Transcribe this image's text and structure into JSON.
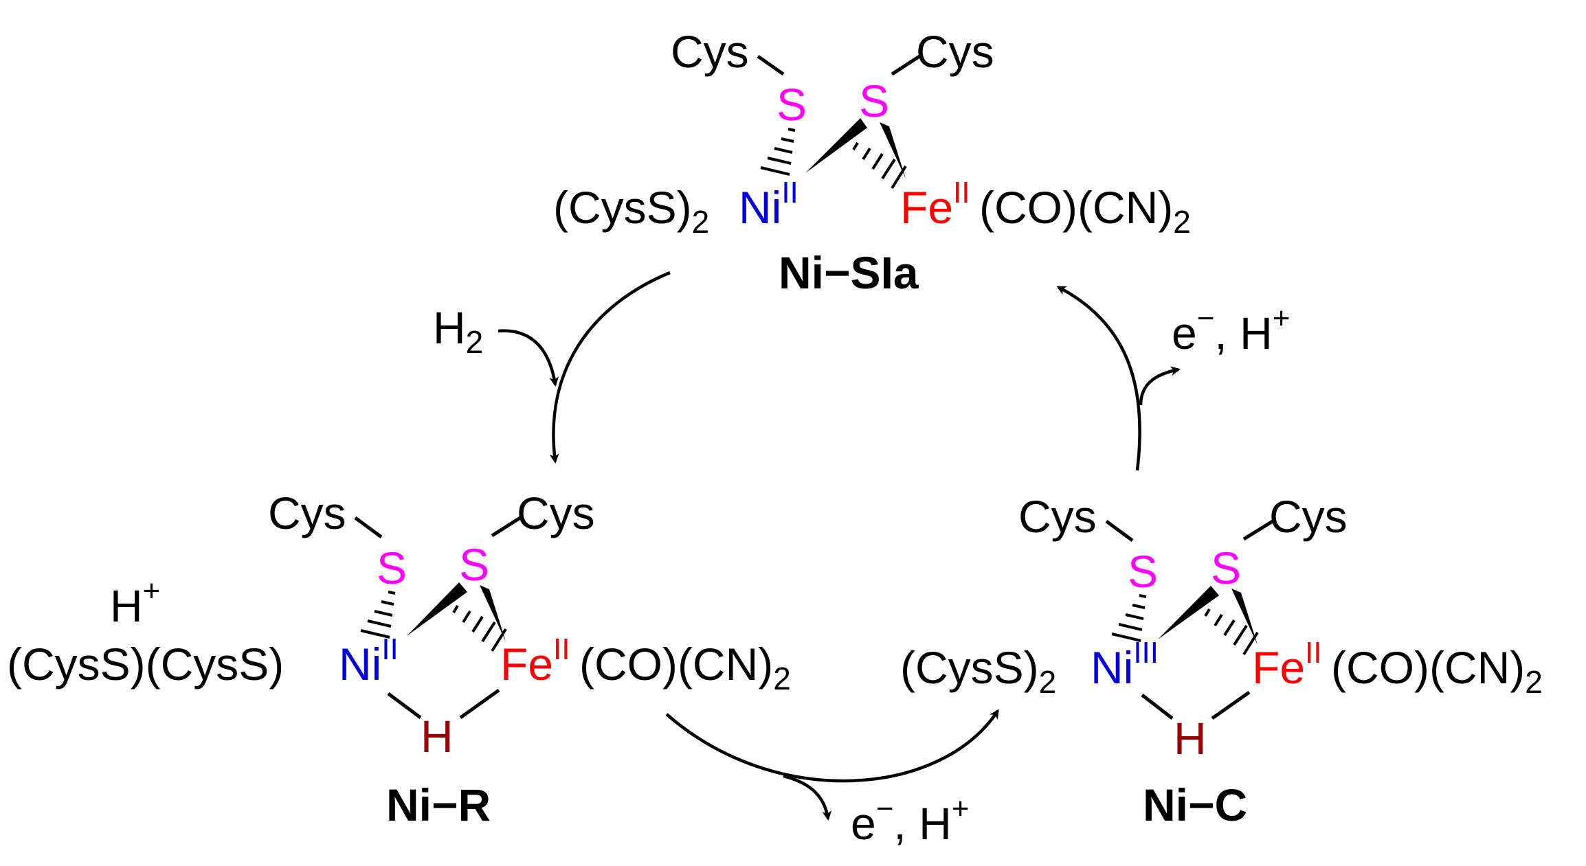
{
  "colors": {
    "sulfur": "#ff00ff",
    "nickel": "#0000dd",
    "iron": "#ff0000",
    "hydride": "#990000",
    "black": "#000000"
  },
  "common": {
    "cys": "Cys",
    "s": "S",
    "ni": "Ni",
    "fe": "Fe",
    "h": "H",
    "ox_ii": "II",
    "ox_iii": "III",
    "fe_ligands": "(CO)(CN)",
    "two": "2",
    "plus": "+",
    "minus": "−"
  },
  "states": {
    "ni_sia": {
      "name": "Ni−SIa",
      "ni_ligands": "(CysS)"
    },
    "ni_r": {
      "name": "Ni−R",
      "proton": "H",
      "ni_ligands": "(CysS)(CysS)"
    },
    "ni_c": {
      "name": "Ni−C",
      "ni_ligands": "(CysS)"
    }
  },
  "arrows": {
    "h2_label": "H",
    "h2_sub": "2",
    "e_label": "e",
    "e_rest": ", H"
  }
}
